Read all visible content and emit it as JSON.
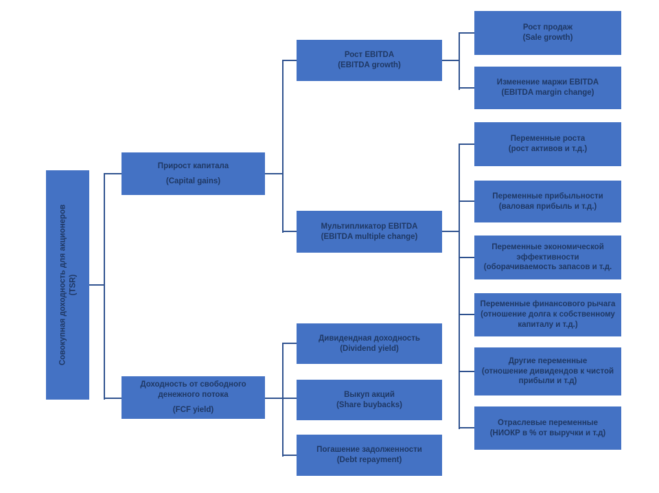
{
  "colors": {
    "background": "#FFFFFF",
    "box_fill": "#4472C4",
    "box_text": "#1F3864",
    "connector": "#2F528F"
  },
  "nodes": {
    "tsr": {
      "ru": "Совокупная доходность для акционеров",
      "en": "(TSR)"
    },
    "capital_gains": {
      "ru": "Прирост капитала",
      "en": "(Capital gains)"
    },
    "fcf_yield": {
      "ru": "Доходность от свободного денежного потока",
      "en": "(FCF yield)"
    },
    "ebitda_growth": {
      "ru": "Рост EBITDA",
      "en": "(EBITDA growth)"
    },
    "ebitda_multiple": {
      "ru": "Мультипликатор EBITDA",
      "en": "(EBITDA multiple change)"
    },
    "dividend_yield": {
      "ru": "Дивидендная доходность",
      "en": "(Dividend yield)"
    },
    "share_buybacks": {
      "ru": "Выкуп акций",
      "en": "(Share buybacks)"
    },
    "debt_repayment": {
      "ru": "Погашение задолженности",
      "en": "(Debt repayment)"
    },
    "sale_growth": {
      "ru": "Рост продаж",
      "en": "(Sale growth)"
    },
    "margin_change": {
      "ru": "Изменение маржи EBITDA",
      "en": "(EBITDA margin change)"
    },
    "growth_vars": {
      "ru": "Переменные роста",
      "en": "(рост активов и т.д.)"
    },
    "profit_vars": {
      "ru": "Переменные прибыльности",
      "en": "(валовая прибыль и т.д.)"
    },
    "efficiency_vars": {
      "ru": "Переменные экономической эффективности",
      "en": "(оборачиваемость запасов и т.д."
    },
    "leverage_vars": {
      "ru": "Переменные финансового рычага",
      "en": "(отношение долга к собственному капиталу и т.д.)"
    },
    "other_vars": {
      "ru": "Другие переменные",
      "en": "(отношение дивидендов к чистой прибыли и т.д)"
    },
    "industry_vars": {
      "ru": "Отраслевые переменные",
      "en": "(НИОКР в % от выручки и т.д)"
    }
  }
}
